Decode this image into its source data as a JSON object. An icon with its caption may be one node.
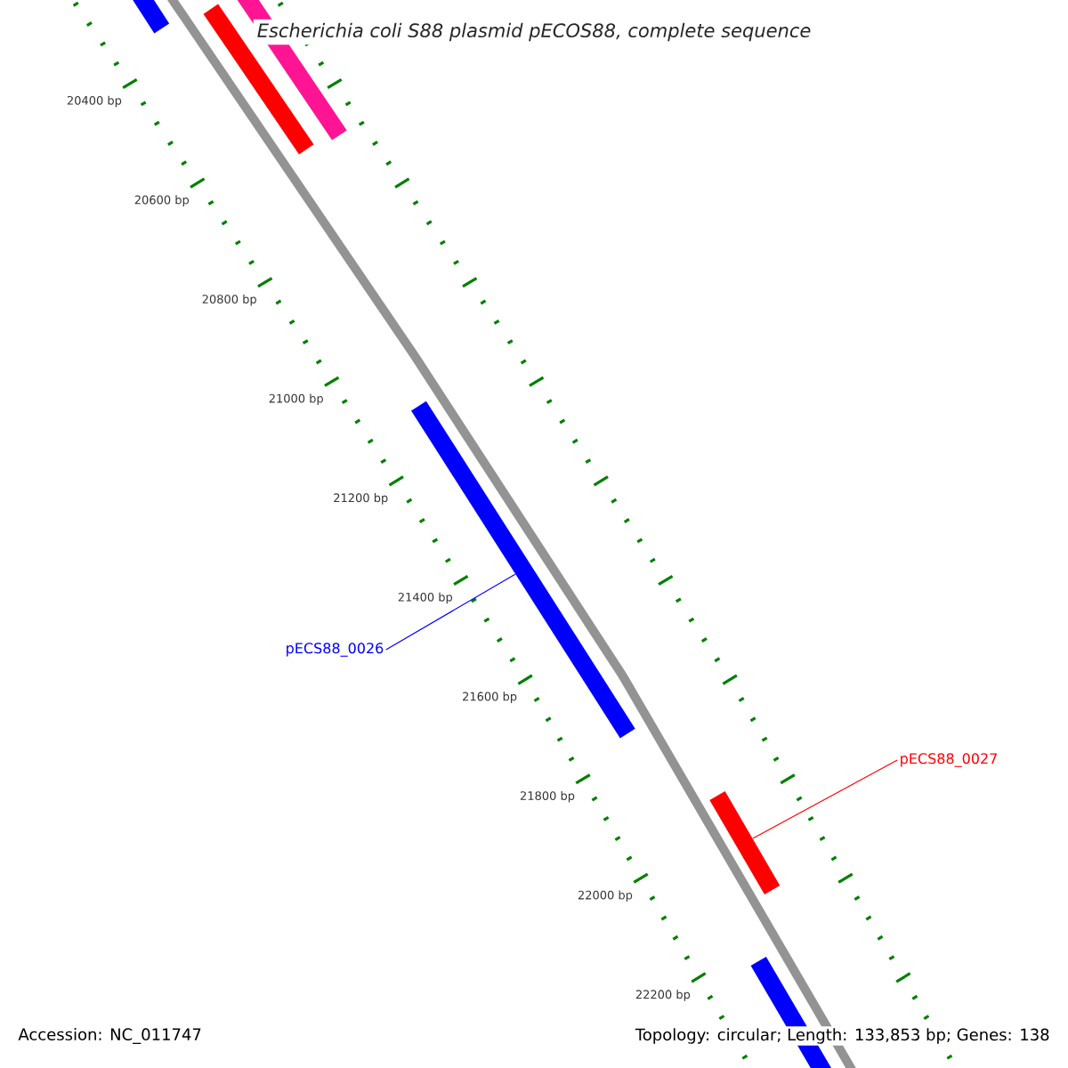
{
  "diagram": {
    "title": "Escherichia coli S88 plasmid pECOS88, complete sequence",
    "nodes": [
      {
        "text": [
          "pECS88_0026"
        ]
      },
      {
        "text": [],
        "shape": "bar"
      },
      {
        "text": [
          "pECS88_0027"
        ]
      },
      {
        "text": [],
        "shape": "bar"
      }
    ],
    "edges": [
      {
        "from": 0,
        "to": 1,
        "arrow": "none",
        "color": "#0000ff"
      },
      {
        "from": 2,
        "to": 3,
        "arrow": "none",
        "color": "#ff0000"
      }
    ],
    "labels": [
      "20400 bp",
      "20600 bp",
      "20800 bp",
      "21000 bp",
      "21200 bp",
      "21400 bp",
      "21600 bp",
      "21800 bp",
      "22000 bp",
      "22200 bp",
      "Accession: NC_011747",
      "Topology: circular; Length: 133,853 bp; Genes: 138"
    ]
  }
}
